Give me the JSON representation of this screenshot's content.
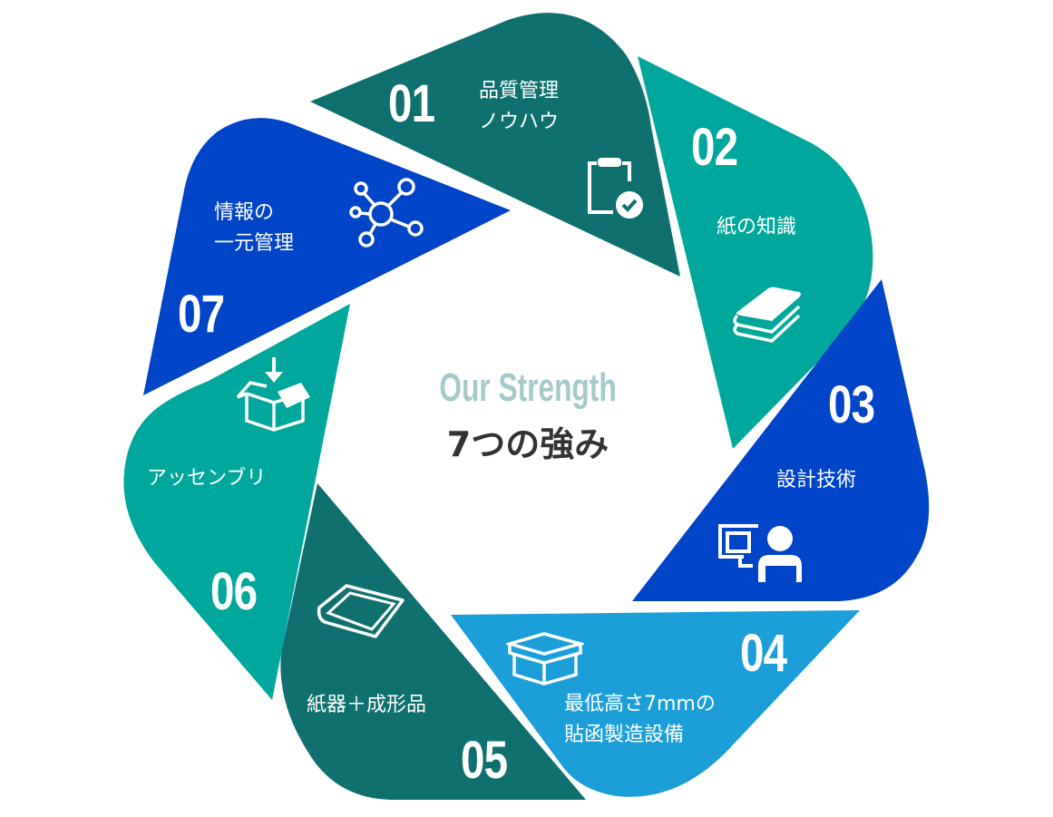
{
  "center": {
    "title_en": "Our Strength",
    "title_jp": "7つの強み",
    "title_en_color": "#A6CACA",
    "title_jp_color": "#333333"
  },
  "strengths": [
    {
      "number": "01",
      "label_line1": "品質管理",
      "label_line2": "ノウハウ",
      "icon": "clipboard-check-icon",
      "color": "#107070"
    },
    {
      "number": "02",
      "label_line1": "紙の知識",
      "label_line2": "",
      "icon": "books-icon",
      "color": "#00A79D"
    },
    {
      "number": "03",
      "label_line1": "設計技術",
      "label_line2": "",
      "icon": "computer-user-icon",
      "color": "#0044C8"
    },
    {
      "number": "04",
      "label_line1": "最低高さ7mmの",
      "label_line2": "貼函製造設備",
      "icon": "box-icon",
      "color": "#1C9FD9"
    },
    {
      "number": "05",
      "label_line1": "紙器＋成形品",
      "label_line2": "",
      "icon": "tray-icon",
      "color": "#107070"
    },
    {
      "number": "06",
      "label_line1": "アッセンブリ",
      "label_line2": "",
      "icon": "box-insert-icon",
      "color": "#00A79D"
    },
    {
      "number": "07",
      "label_line1": "情報の",
      "label_line2": "一元管理",
      "icon": "network-icon",
      "color": "#0044C8"
    }
  ]
}
